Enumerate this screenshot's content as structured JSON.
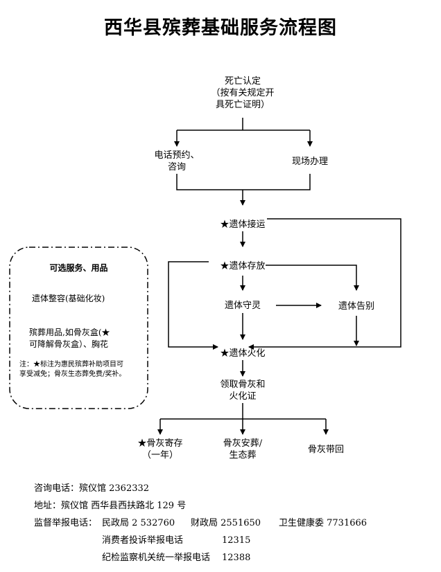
{
  "title": "西华县殡葬基础服务流程图",
  "nodes": {
    "death_confirm": {
      "line1": "死亡认定",
      "line2": "（按有关规定开",
      "line3": "具死亡证明）"
    },
    "phone_booking": {
      "line1": "电话预约、",
      "line2": "咨询"
    },
    "onsite": "现场办理",
    "transport": "★遗体接运",
    "storage": "★遗体存放",
    "vigil": "遗体守灵",
    "farewell": "遗体告别",
    "cremation": "★遗体火化",
    "collect": {
      "line1": "领取骨灰和",
      "line2": "火化证"
    },
    "deposit": {
      "line1": "★骨灰寄存",
      "line2": "（一年）"
    },
    "burial": {
      "line1": "骨灰安葬/",
      "line2": "生态葬"
    },
    "take_home": "骨灰带回"
  },
  "optional_box": {
    "heading": "可选服务、用品",
    "item1": "遗体整容(基础化妆)",
    "item2_line1": "殡葬用品,如骨灰盒(★",
    "item2_line2": "可降解骨灰盒）、胸花",
    "note_line1": "注：★标注为惠民殡葬补助项目可",
    "note_line2": "享受减免；骨灰生态葬免费/奖补。"
  },
  "footer": {
    "consult": "咨询电话：殡仪馆  2362332",
    "address": "地址：殡仪馆  西华县西扶路北 129 号",
    "supervise_label": "监督举报电话：",
    "civil_affairs": "民政局  2 532760",
    "finance": "财政局  2551650",
    "health": "卫生健康委 7731666",
    "consumer_label": "消费者投诉举报电话",
    "consumer_number": "12315",
    "discipline_label": "纪检监察机关统一举报电话",
    "discipline_number": "12388"
  }
}
